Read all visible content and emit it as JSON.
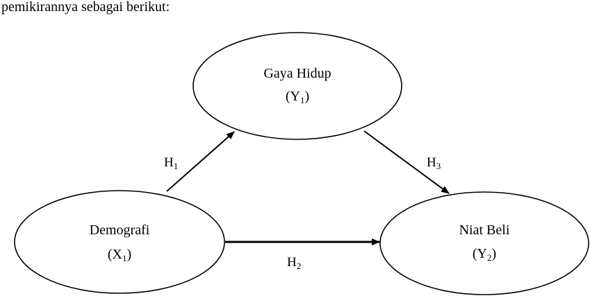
{
  "intro_text": "pemikirannya sebagai berikut:",
  "nodes": {
    "gaya_hidup": {
      "name": "Gaya Hidup",
      "code_letter": "Y",
      "code_sub": "1"
    },
    "demografi": {
      "name": "Demografi",
      "code_letter": "X",
      "code_sub": "1"
    },
    "niat_beli": {
      "name": "Niat Beli",
      "code_letter": "Y",
      "code_sub": "2"
    }
  },
  "hypotheses": {
    "h1": {
      "letter": "H",
      "sub": "1"
    },
    "h2": {
      "letter": "H",
      "sub": "2"
    },
    "h3": {
      "letter": "H",
      "sub": "3"
    }
  },
  "colors": {
    "stroke": "#000000",
    "background": "#ffffff"
  }
}
